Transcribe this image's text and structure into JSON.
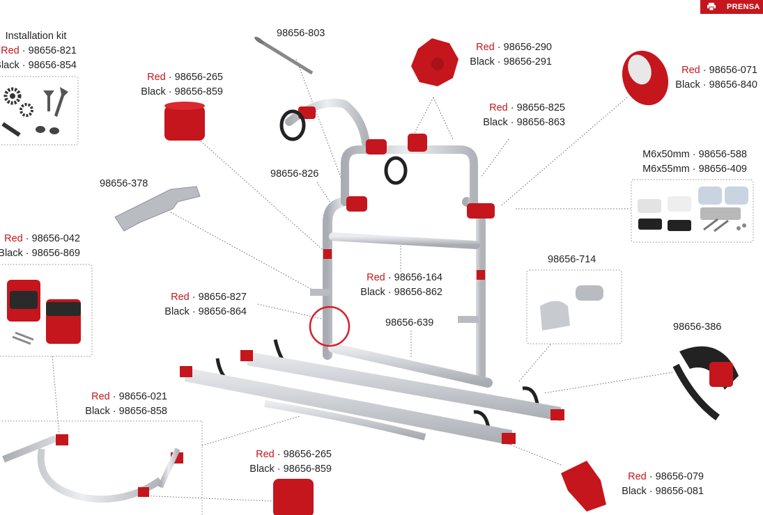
{
  "badge": {
    "text": "PRENSA",
    "color": "#c4161c"
  },
  "colors": {
    "red": "#c4161c",
    "aluminium": "#c9ccd1",
    "dark": "#2a2a2a"
  },
  "labels": {
    "kit_title": "Installation kit",
    "kit_red": "98656-821",
    "kit_black": "98656-854",
    "p803": "98656-803",
    "p290_red": "98656-290",
    "p290_black": "98656-291",
    "p071_red": "98656-071",
    "p071_black": "98656-840",
    "p265_top_red": "98656-265",
    "p265_top_black": "98656-859",
    "p825_red": "98656-825",
    "p825_black": "98656-863",
    "p826": "98656-826",
    "p378": "98656-378",
    "m6_50_spec": "M6x50mm",
    "m6_50": "98656-588",
    "m6_55_spec": "M6x55mm",
    "m6_55": "98656-409",
    "p042_red": "98656-042",
    "p042_black": "98656-869",
    "p164_red": "98656-164",
    "p164_black": "98656-862",
    "p714": "98656-714",
    "p827_red": "98656-827",
    "p827_black": "98656-864",
    "p639": "98656-639",
    "p386": "98656-386",
    "p021_red": "98656-021",
    "p021_black": "98656-858",
    "p265_bot_red": "98656-265",
    "p265_bot_black": "98656-859",
    "p079_red": "98656-079",
    "p079_black": "98656-081"
  },
  "words": {
    "red": "Red",
    "black": "Black",
    "sep": "·"
  }
}
